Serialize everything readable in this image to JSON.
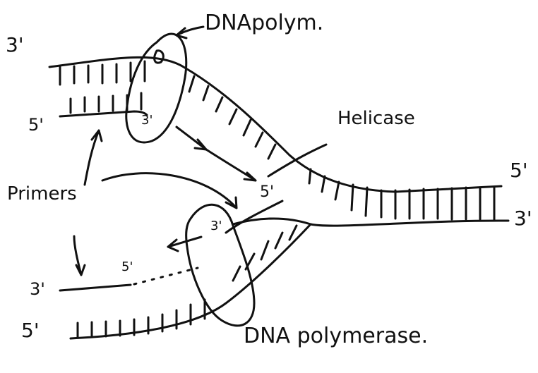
{
  "labels": {
    "dna_polym_top": "DNApolym.",
    "helicase": "Helicase",
    "primers": "Primers",
    "dna_polymerase_bottom": "DNA polymerase.",
    "top_strand_3": "3'",
    "top_strand_5": "5'",
    "inner_top_3": "3'",
    "inner_fork_5": "5'",
    "right_5": "5'",
    "right_3": "3'",
    "inner_bottom_3": "3'",
    "lag_5": "5'",
    "lag_3": "3'",
    "bottom_5": "5'"
  },
  "colors": {
    "ink": "#111111",
    "background": "#ffffff"
  }
}
